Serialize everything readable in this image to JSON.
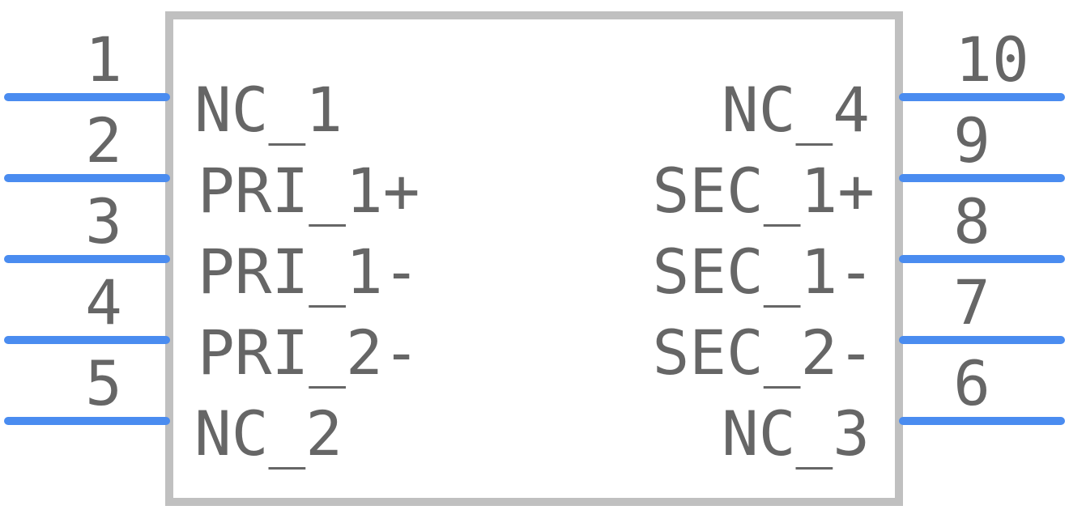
{
  "colors": {
    "body_outline": "#c0c0c0",
    "pin_line": "#4a8cf0",
    "text": "#666666"
  },
  "left_pins": [
    {
      "number": "1",
      "label": "NC_1"
    },
    {
      "number": "2",
      "label": "PRI_1+"
    },
    {
      "number": "3",
      "label": "PRI_1-"
    },
    {
      "number": "4",
      "label": "PRI_2-"
    },
    {
      "number": "5",
      "label": "NC_2"
    }
  ],
  "right_pins": [
    {
      "number": "10",
      "label": "NC_4"
    },
    {
      "number": "9",
      "label": "SEC_1+"
    },
    {
      "number": "8",
      "label": "SEC_1-"
    },
    {
      "number": "7",
      "label": "SEC_2-"
    },
    {
      "number": "6",
      "label": "NC_3"
    }
  ]
}
